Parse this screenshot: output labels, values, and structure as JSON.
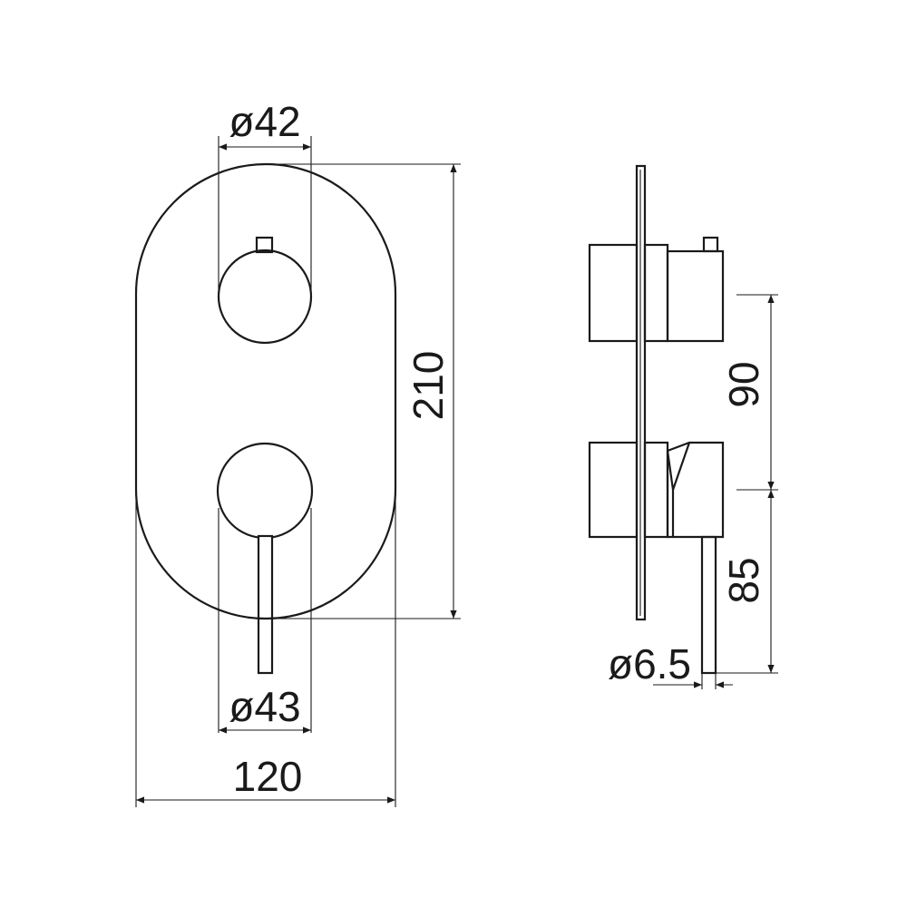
{
  "front_view": {
    "top_knob_diameter": "ø42",
    "bottom_knob_diameter": "ø43",
    "width": "120",
    "height": "210"
  },
  "side_view": {
    "upper_spacing": "90",
    "lower_spacing": "85",
    "lever_diameter": "ø6.5"
  },
  "colors": {
    "line": "#1a1a1a",
    "background": "#ffffff"
  }
}
